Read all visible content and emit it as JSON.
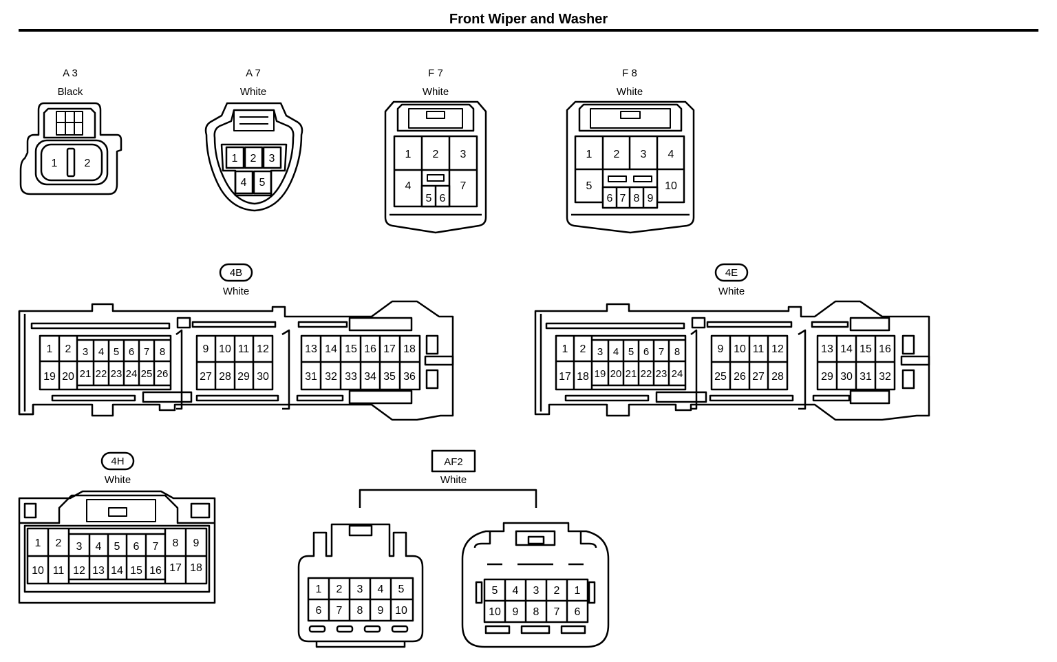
{
  "title": "Front Wiper and Washer",
  "connectors": [
    {
      "code": "A 3",
      "color": "Black",
      "pins": [
        "1",
        "2"
      ]
    },
    {
      "code": "A 7",
      "color": "White",
      "pins": [
        "1",
        "2",
        "3",
        "4",
        "5"
      ]
    },
    {
      "code": "F 7",
      "color": "White",
      "pins": [
        "1",
        "2",
        "3",
        "4",
        "5",
        "6",
        "7"
      ]
    },
    {
      "code": "F 8",
      "color": "White",
      "pins": [
        "1",
        "2",
        "3",
        "4",
        "5",
        "6",
        "7",
        "8",
        "9",
        "10"
      ]
    },
    {
      "code": "4B",
      "color": "White",
      "pins": [
        "1",
        "2",
        "3",
        "4",
        "5",
        "6",
        "7",
        "8",
        "9",
        "10",
        "11",
        "12",
        "13",
        "14",
        "15",
        "16",
        "17",
        "18",
        "19",
        "20",
        "21",
        "22",
        "23",
        "24",
        "25",
        "26",
        "27",
        "28",
        "29",
        "30",
        "31",
        "32",
        "33",
        "34",
        "35",
        "36"
      ]
    },
    {
      "code": "4E",
      "color": "White",
      "pins": [
        "1",
        "2",
        "3",
        "4",
        "5",
        "6",
        "7",
        "8",
        "9",
        "10",
        "11",
        "12",
        "13",
        "14",
        "15",
        "16",
        "17",
        "18",
        "19",
        "20",
        "21",
        "22",
        "23",
        "24",
        "25",
        "26",
        "27",
        "28",
        "29",
        "30",
        "31",
        "32"
      ]
    },
    {
      "code": "4H",
      "color": "White",
      "pins": [
        "1",
        "2",
        "3",
        "4",
        "5",
        "6",
        "7",
        "8",
        "9",
        "10",
        "11",
        "12",
        "13",
        "14",
        "15",
        "16",
        "17",
        "18"
      ]
    },
    {
      "code": "AF2",
      "color": "White",
      "pins": [
        "1",
        "2",
        "3",
        "4",
        "5",
        "6",
        "7",
        "8",
        "9",
        "10"
      ]
    }
  ]
}
